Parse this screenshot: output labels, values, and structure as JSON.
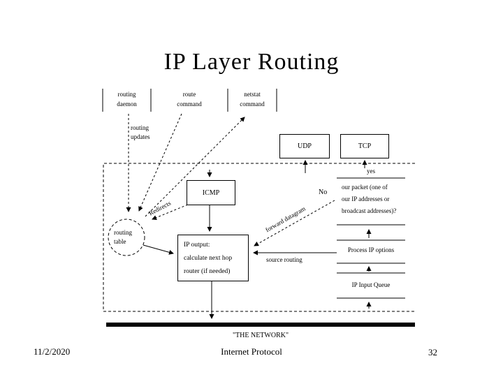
{
  "title": "IP Layer Routing",
  "commands": [
    {
      "line1": "routing",
      "line2": "daemon"
    },
    {
      "line1": "route",
      "line2": "command"
    },
    {
      "line1": "netstat",
      "line2": "command"
    }
  ],
  "labels": {
    "routing_updates_1": "routing",
    "routing_updates_2": "updates",
    "redirects": "Redirects",
    "forward_datagram": "forward datagram",
    "source_routing": "source routing",
    "yes": "yes",
    "no": "No"
  },
  "boxes": {
    "udp": "UDP",
    "tcp": "TCP",
    "icmp": "ICMP",
    "ip_output_1": "IP output:",
    "ip_output_2": "calculate next hop",
    "ip_output_3": "router (if needed)"
  },
  "routing_table": {
    "line1": "routing",
    "line2": "table"
  },
  "decision": {
    "q1": "our packet (one of",
    "q2": "our IP addresses or",
    "q3": "broadcast addresses)?"
  },
  "right_column": {
    "process_options": "Process IP options",
    "input_queue": "IP Input Queue"
  },
  "network_label": "\"THE NETWORK\"",
  "footer": {
    "date": "11/2/2020",
    "center": "Internet Protocol",
    "page": "32"
  },
  "colors": {
    "ink": "#000000",
    "background": "#ffffff"
  }
}
